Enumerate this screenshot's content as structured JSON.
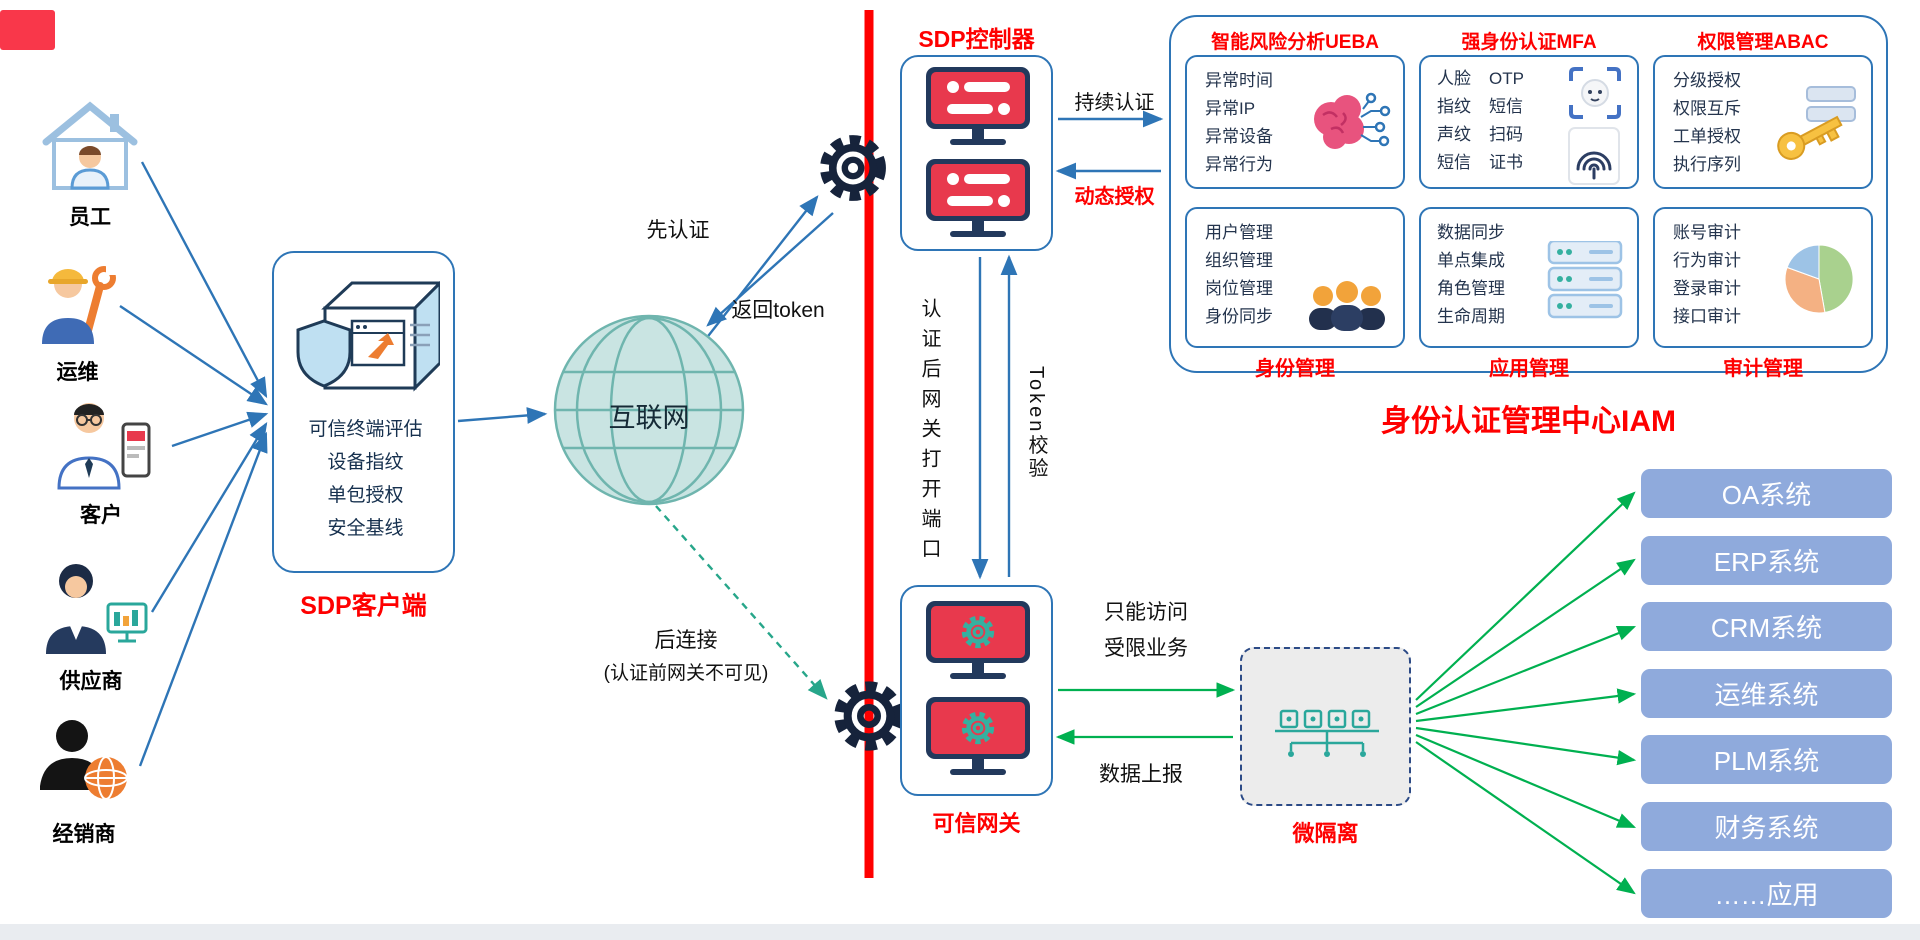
{
  "users": [
    {
      "label": "员工",
      "icon": "employee-house-icon"
    },
    {
      "label": "运维",
      "icon": "ops-worker-icon"
    },
    {
      "label": "客户",
      "icon": "customer-phone-icon"
    },
    {
      "label": "供应商",
      "icon": "supplier-monitor-icon"
    },
    {
      "label": "经销商",
      "icon": "distributor-globe-icon"
    }
  ],
  "sdp_client": {
    "features": [
      "可信终端评估",
      "设备指纹",
      "单包授权",
      "安全基线"
    ],
    "label": "SDP客户端"
  },
  "internet": {
    "label": "互联网"
  },
  "controller": {
    "label": "SDP控制器"
  },
  "gateway": {
    "label": "可信网关"
  },
  "micro_segmentation": {
    "label": "微隔离"
  },
  "flows": {
    "auth_first": "先认证",
    "return_token": "返回token",
    "connect_later": "后连接",
    "connect_later_note": "(认证前网关不可见)",
    "continuous_auth": "持续认证",
    "dynamic_auth": "动态授权",
    "open_port_after_auth": "认证后网关打开端口",
    "token_verify": "Token校验",
    "restricted_line1": "只能访问",
    "restricted_line2": "受限业务",
    "data_report": "数据上报"
  },
  "iam": {
    "title": "身份认证管理中心IAM",
    "ueba": {
      "title": "智能风险分析UEBA",
      "items": [
        "异常时间",
        "异常IP",
        "异常设备",
        "异常行为"
      ]
    },
    "mfa": {
      "title": "强身份认证MFA",
      "rows": [
        [
          "人脸",
          "OTP"
        ],
        [
          "指纹",
          "短信"
        ],
        [
          "声纹",
          "扫码"
        ],
        [
          "短信",
          "证书"
        ]
      ]
    },
    "abac": {
      "title": "权限管理ABAC",
      "items": [
        "分级授权",
        "权限互斥",
        "工单授权",
        "执行序列"
      ]
    },
    "identity": {
      "label": "身份管理",
      "items": [
        "用户管理",
        "组织管理",
        "岗位管理",
        "身份同步"
      ]
    },
    "application": {
      "label": "应用管理",
      "items": [
        "数据同步",
        "单点集成",
        "角色管理",
        "生命周期"
      ]
    },
    "audit": {
      "label": "审计管理",
      "items": [
        "账号审计",
        "行为审计",
        "登录审计",
        "接口审计"
      ]
    }
  },
  "systems": [
    {
      "label": "OA系统"
    },
    {
      "label": "ERP系统"
    },
    {
      "label": "CRM系统"
    },
    {
      "label": "运维系统"
    },
    {
      "label": "PLM系统"
    },
    {
      "label": "财务系统"
    },
    {
      "label": "……应用"
    }
  ],
  "colors": {
    "accent_blue": "#2e75b6",
    "red": "#fe0000",
    "green": "#00b050",
    "teal": "#27a68a",
    "system_box": "#8faadc"
  }
}
